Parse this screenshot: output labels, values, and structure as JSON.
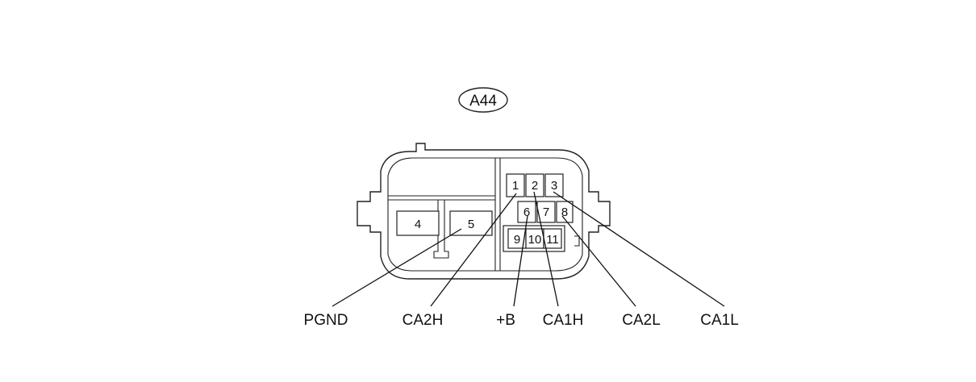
{
  "connector": {
    "id": "A44",
    "pins": [
      {
        "num": "1"
      },
      {
        "num": "2"
      },
      {
        "num": "3"
      },
      {
        "num": "4"
      },
      {
        "num": "5"
      },
      {
        "num": "6"
      },
      {
        "num": "7"
      },
      {
        "num": "8"
      },
      {
        "num": "9"
      },
      {
        "num": "10"
      },
      {
        "num": "11"
      }
    ]
  },
  "wires": [
    {
      "label": "PGND",
      "pin": "5"
    },
    {
      "label": "CA2H",
      "pin": "1"
    },
    {
      "label": "+B",
      "pin": "6"
    },
    {
      "label": "CA1H",
      "pin": "2"
    },
    {
      "label": "CA2L",
      "pin": "8"
    },
    {
      "label": "CA1L",
      "pin": "3"
    }
  ]
}
